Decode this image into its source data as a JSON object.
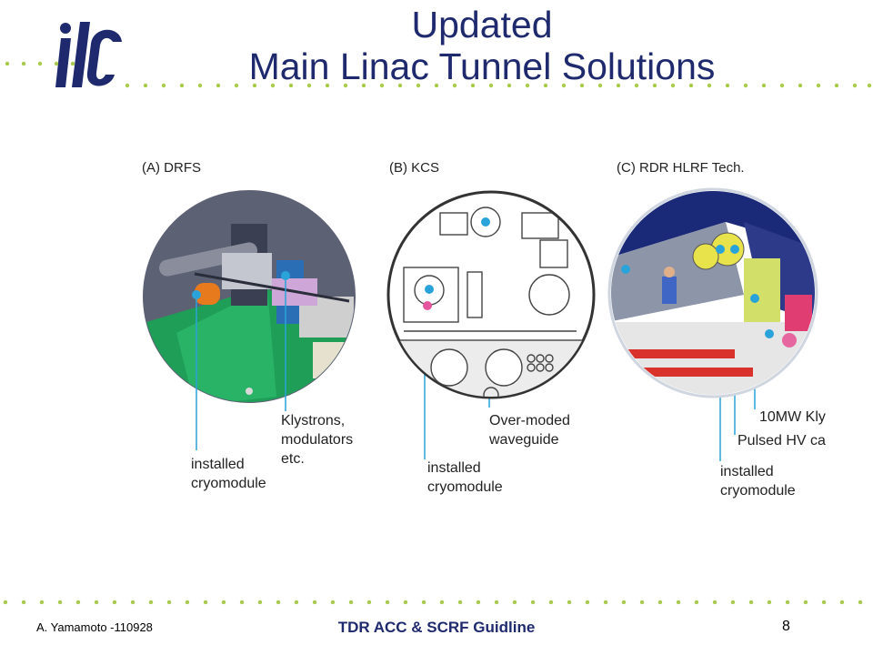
{
  "header": {
    "logo_text": "ilc",
    "title_line1": "Updated",
    "title_line2": "Main Linac Tunnel Solutions"
  },
  "panels": [
    {
      "heading": "(A) DRFS",
      "callouts": [
        "Klystrons,\nmodulators\netc.",
        "installed\ncryomodule"
      ]
    },
    {
      "heading": "(B) KCS",
      "callouts": [
        "Over-moded\nwaveguide",
        "installed\ncryomodule"
      ]
    },
    {
      "heading": "(C) RDR HLRF Tech.",
      "callouts": [
        "10MW Kly",
        "Pulsed HV ca",
        "installed\ncryomodule"
      ]
    }
  ],
  "footer": {
    "author_date": "A. Yamamoto -110928",
    "center_title": "TDR ACC & SCRF Guidline",
    "page_number": "8"
  },
  "colors": {
    "brand_navy": "#1f2a6e",
    "dot_green": "#a8c94a",
    "callout_line": "#29a3d9"
  }
}
